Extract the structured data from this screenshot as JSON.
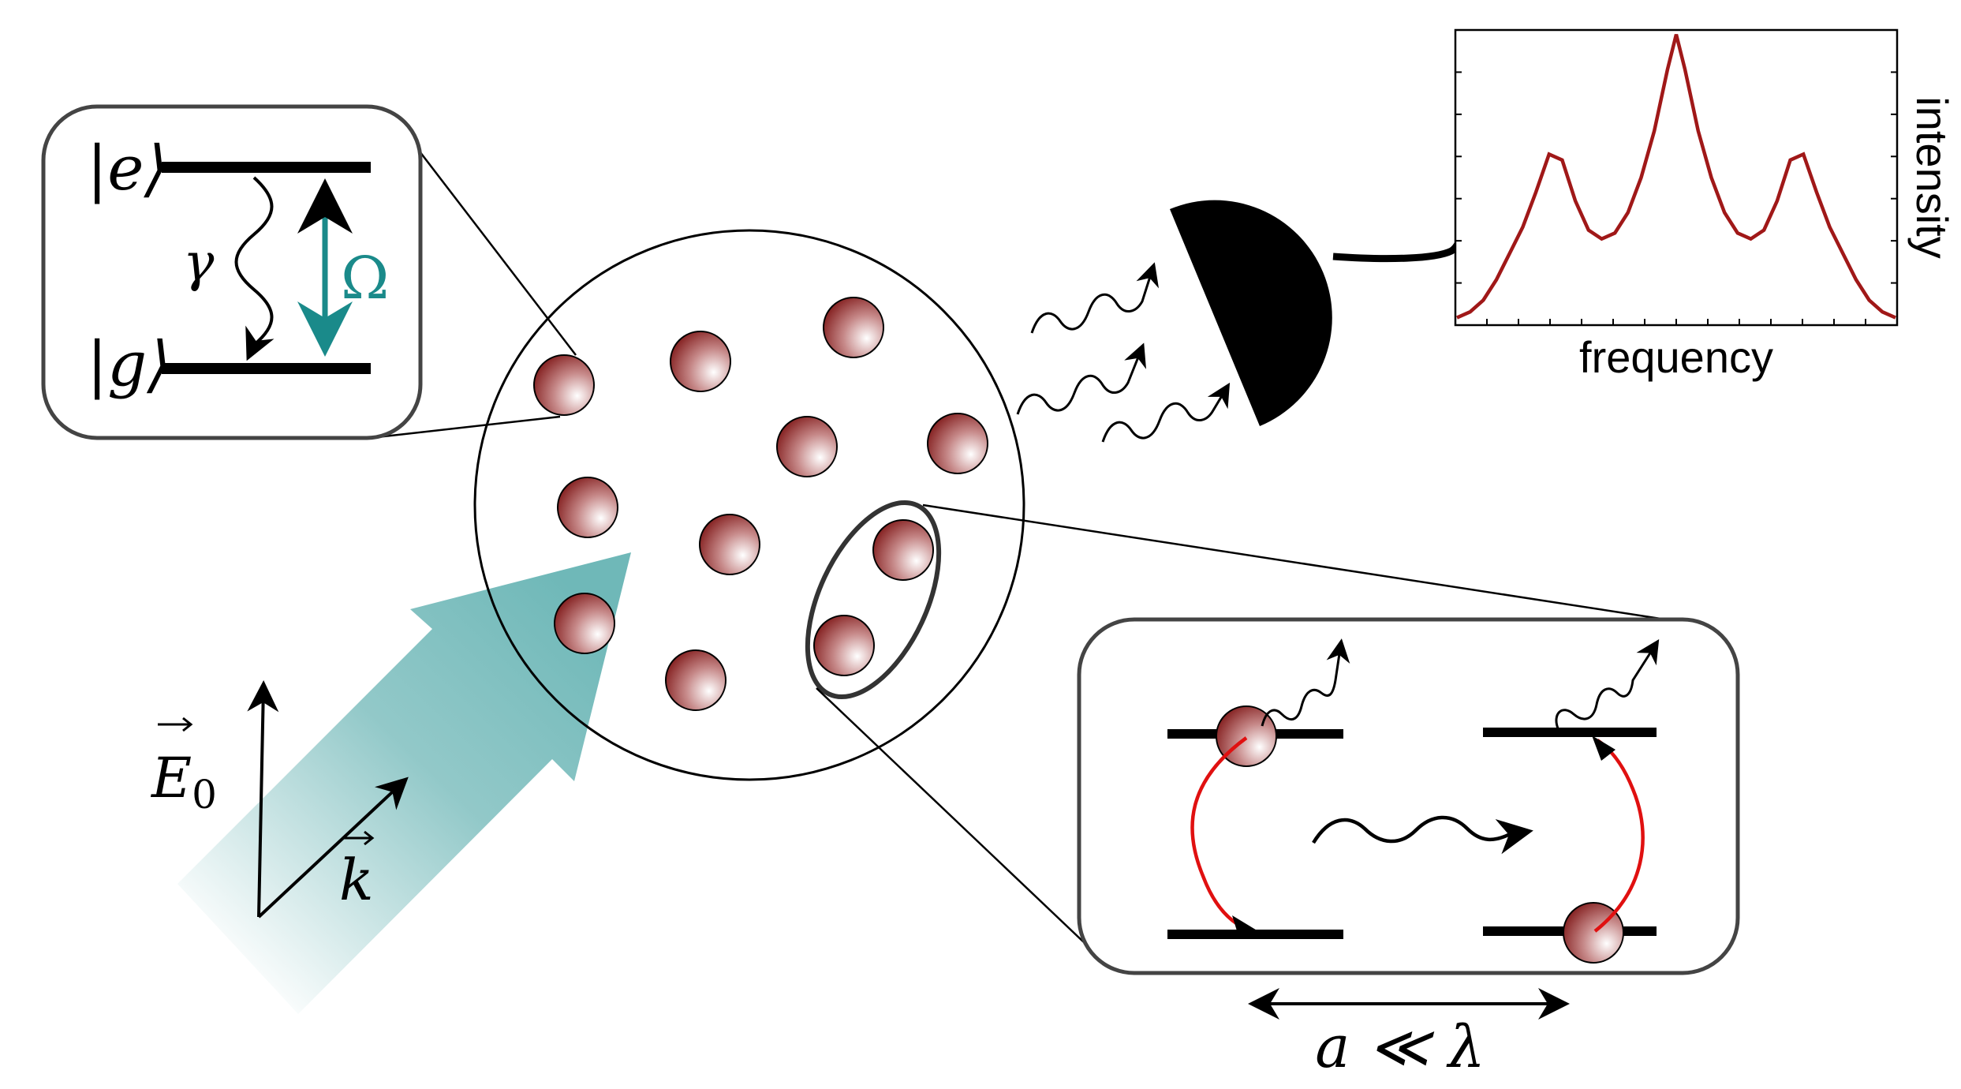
{
  "level_scheme": {
    "excited_state": "|e⟩",
    "ground_state": "|g⟩",
    "decay_symbol": "γ",
    "drive_symbol": "Ω"
  },
  "field": {
    "polarization_symbol": "E",
    "polarization_subscript": "0",
    "wavevector_symbol": "k"
  },
  "spectrum": {
    "xlabel": "frequency",
    "ylabel": "intensity"
  },
  "pair_inset": {
    "separation_condition": "a ≪ λ"
  },
  "colors": {
    "atom": "#8b1a1a",
    "drive": "#1a8a8a",
    "beam": "#7fbfbf",
    "spectrum_line": "#a01818",
    "exchange_arrow": "#e01010"
  },
  "chart_data": {
    "type": "line",
    "xlabel": "frequency",
    "ylabel": "intensity",
    "grid": false,
    "tick_labels": false,
    "x": [
      0,
      0.03,
      0.06,
      0.09,
      0.12,
      0.15,
      0.18,
      0.21,
      0.24,
      0.27,
      0.3,
      0.33,
      0.36,
      0.39,
      0.42,
      0.45,
      0.48,
      0.5,
      0.52,
      0.55,
      0.58,
      0.61,
      0.64,
      0.67,
      0.7,
      0.73,
      0.76,
      0.79,
      0.82,
      0.85,
      0.88,
      0.91,
      0.94,
      0.97,
      1.0
    ],
    "series": [
      {
        "values": [
          0.02,
          0.04,
          0.08,
          0.15,
          0.24,
          0.33,
          0.45,
          0.58,
          0.56,
          0.42,
          0.32,
          0.29,
          0.31,
          0.38,
          0.5,
          0.66,
          0.87,
          0.99,
          0.87,
          0.66,
          0.5,
          0.38,
          0.31,
          0.29,
          0.32,
          0.42,
          0.56,
          0.58,
          0.45,
          0.33,
          0.24,
          0.15,
          0.08,
          0.04,
          0.02
        ]
      }
    ]
  }
}
